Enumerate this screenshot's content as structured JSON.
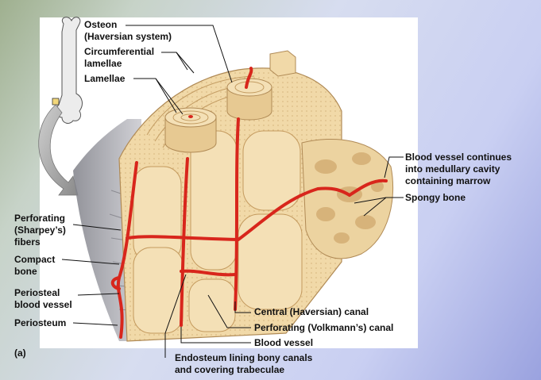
{
  "labels": {
    "osteon": [
      "Osteon",
      "(Haversian system)"
    ],
    "circumferential_lamellae": [
      "Circumferential",
      "lamellae"
    ],
    "lamellae": [
      "Lamellae"
    ],
    "perforating_fibers": [
      "Perforating",
      "(Sharpey’s)",
      "fibers"
    ],
    "compact_bone": [
      "Compact",
      "bone"
    ],
    "periosteal_blood_vessel": [
      "Periosteal",
      "blood vessel"
    ],
    "periosteum": [
      "Periosteum"
    ],
    "panel_letter": [
      "(a)"
    ],
    "blood_vessel_continues": [
      "Blood vessel continues",
      "into medullary cavity",
      "containing marrow"
    ],
    "spongy_bone": [
      "Spongy bone"
    ],
    "central_canal": [
      "Central (Haversian) canal"
    ],
    "perforating_canal": [
      "Perforating (Volkmann’s) canal"
    ],
    "blood_vessel": [
      "Blood vessel"
    ],
    "endosteum": [
      "Endosteum lining bony canals",
      "and covering trabeculae"
    ]
  },
  "colors": {
    "bone": "#f1d9a8",
    "bone_dark": "#d9b97d",
    "bone_shadow": "#c9a56c",
    "vessel": "#d8261c",
    "periosteum": "#a6a6ad",
    "leader": "#111111"
  }
}
